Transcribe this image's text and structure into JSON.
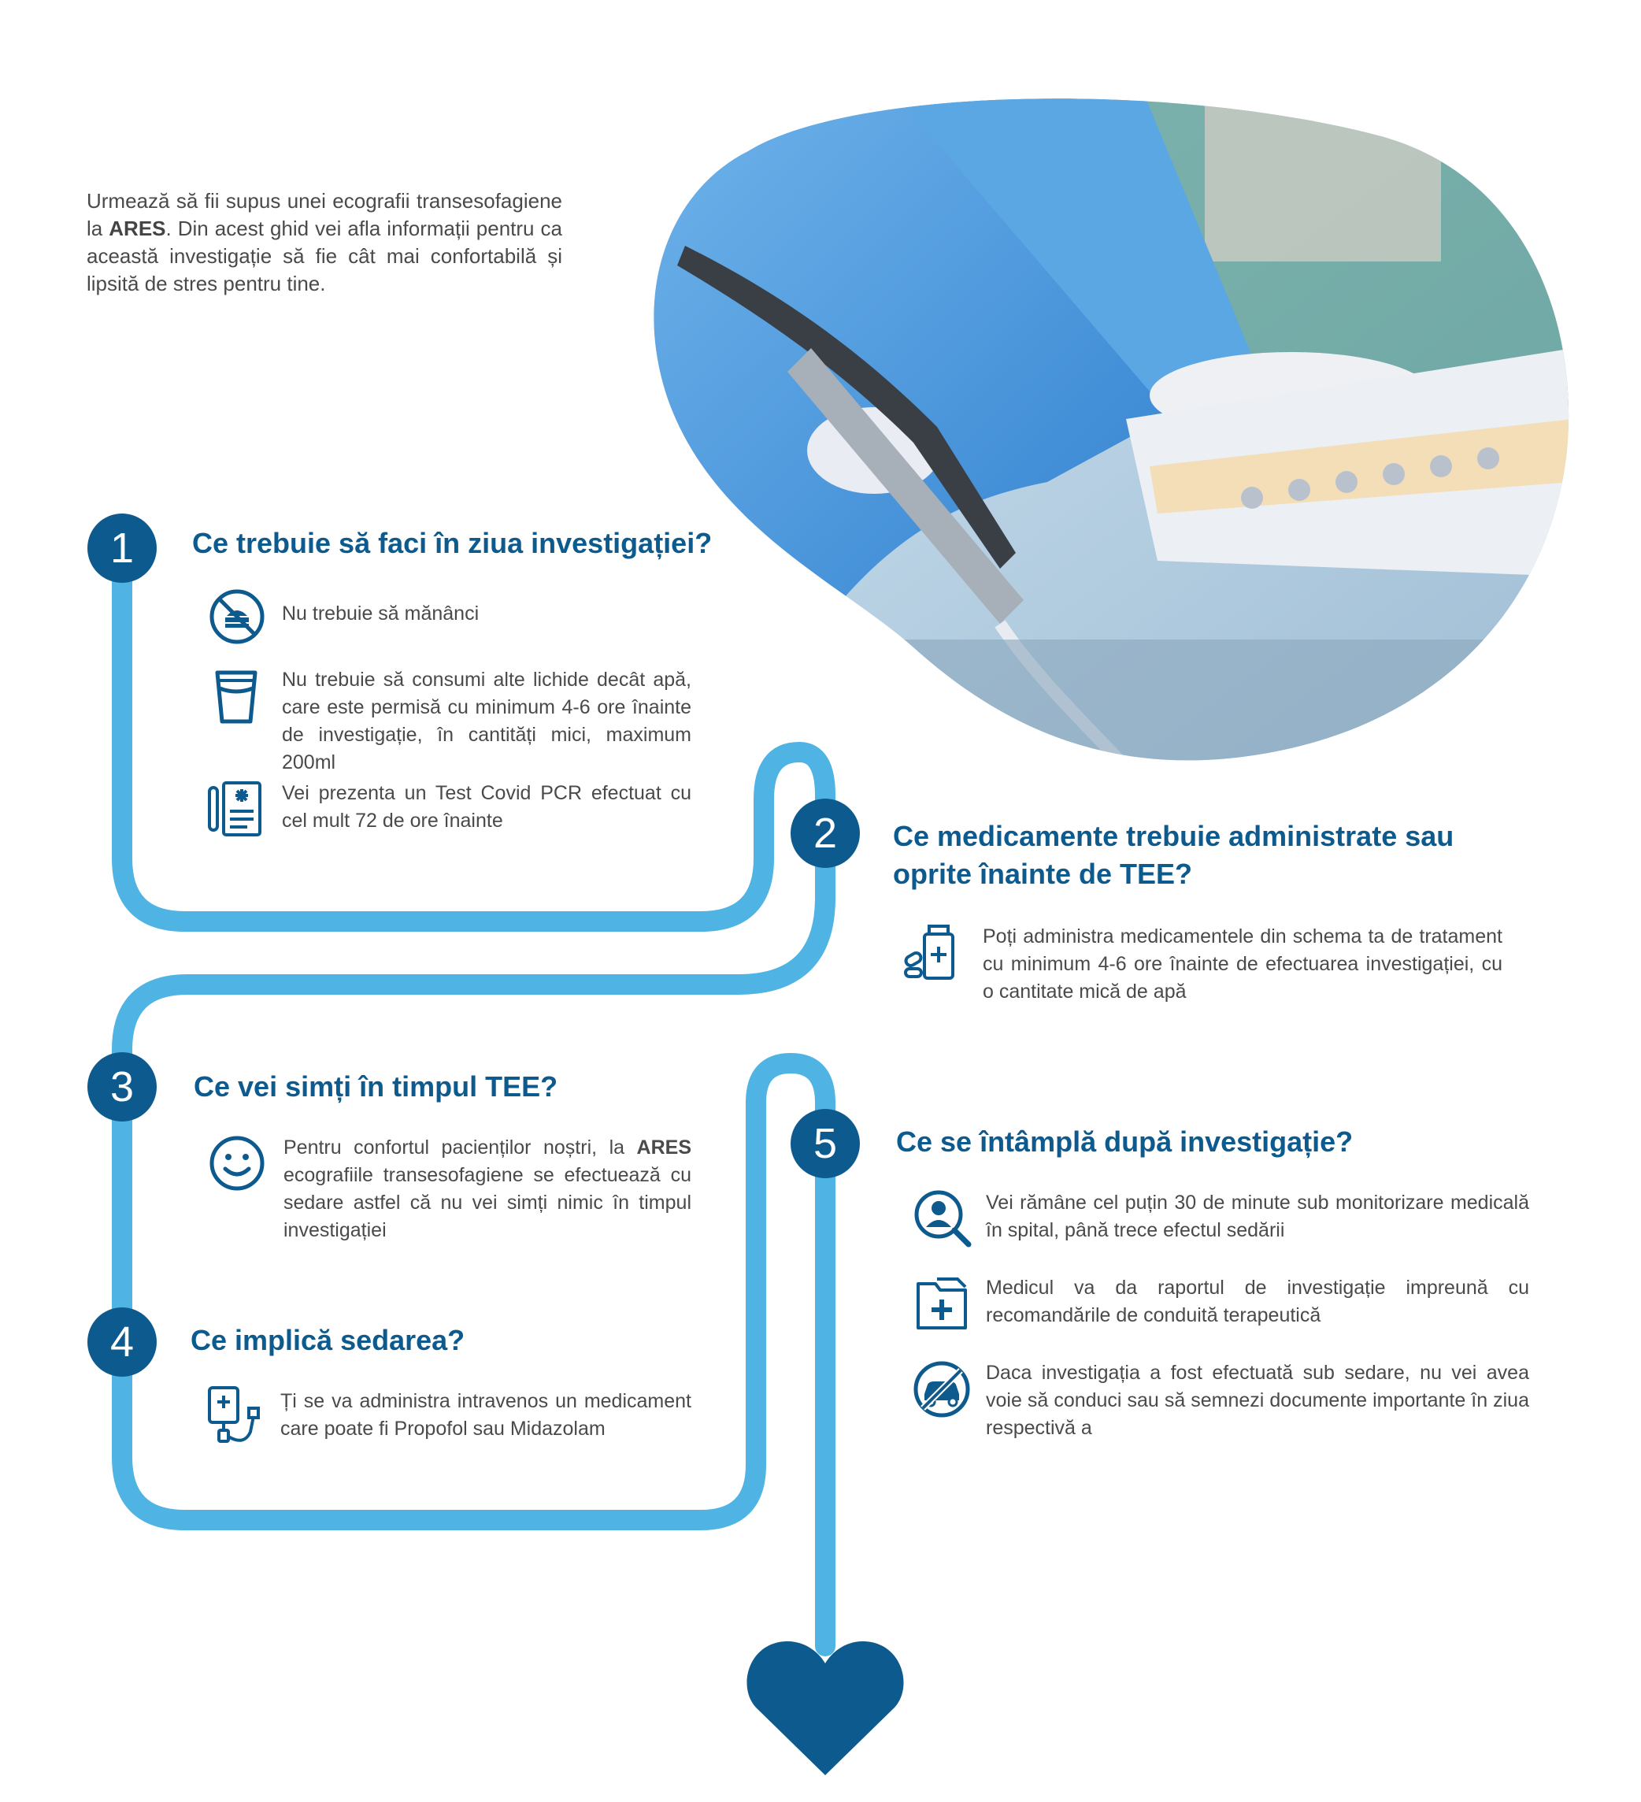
{
  "intro": {
    "part1": "Urmează să fii supus unei ecografii transesofagiene la ",
    "brand": "ARES",
    "part2": ". Din acest ghid vei afla informații pentru ca această investigație să fie cât mai confortabilă și lipsită de stres pentru tine."
  },
  "colors": {
    "primary": "#0d5a8e",
    "path": "#4fb3e3",
    "text": "#4a4a4a"
  },
  "steps": [
    {
      "number": "1",
      "title": "Ce trebuie să faci în ziua investigației?",
      "items": [
        {
          "icon": "no-food-icon",
          "text": "Nu trebuie să mănânci"
        },
        {
          "icon": "water-glass-icon",
          "text": "Nu trebuie să consumi alte lichide decât apă, care este permisă cu minimum 4-6 ore înainte de investigație, în cantități mici, maximum 200ml"
        },
        {
          "icon": "covid-test-icon",
          "text": "Vei prezenta un Test Covid PCR efectuat cu cel mult 72 de ore înainte"
        }
      ]
    },
    {
      "number": "2",
      "title": "Ce medicamente trebuie administrate sau oprite înainte de TEE?",
      "items": [
        {
          "icon": "medication-icon",
          "text": "Poți administra medicamentele din schema ta de tratament cu minimum 4-6 ore înainte de efectuarea investigației, cu o cantitate mică de apă"
        }
      ]
    },
    {
      "number": "3",
      "title": "Ce vei simți în timpul TEE?",
      "items": [
        {
          "icon": "smiley-icon",
          "text_a": "Pentru confortul pacienților noștri, la ",
          "brand": "ARES",
          "text_b": " ecografiile transesofagiene se efectuează cu sedare astfel că nu vei simți nimic în timpul investigației"
        }
      ]
    },
    {
      "number": "4",
      "title": "Ce implică sedarea?",
      "items": [
        {
          "icon": "iv-drip-icon",
          "text": "Ți se va administra intravenos un medicament care poate fi Propofol sau Midazolam"
        }
      ]
    },
    {
      "number": "5",
      "title": "Ce se întâmplă după investigație?",
      "items": [
        {
          "icon": "patient-monitoring-icon",
          "text": "Vei rămâne cel puțin 30 de minute sub monitorizare medicală în spital, până trece efectul sedării"
        },
        {
          "icon": "medical-report-icon",
          "text": "Medicul va da raportul de investigație impreună cu recomandările de conduită terapeutică"
        },
        {
          "icon": "no-driving-icon",
          "text": "Daca investigația a fost efectuată sub sedare, nu vei avea voie să conduci sau să semnezi documente importante în ziua respectivă a"
        }
      ]
    }
  ]
}
